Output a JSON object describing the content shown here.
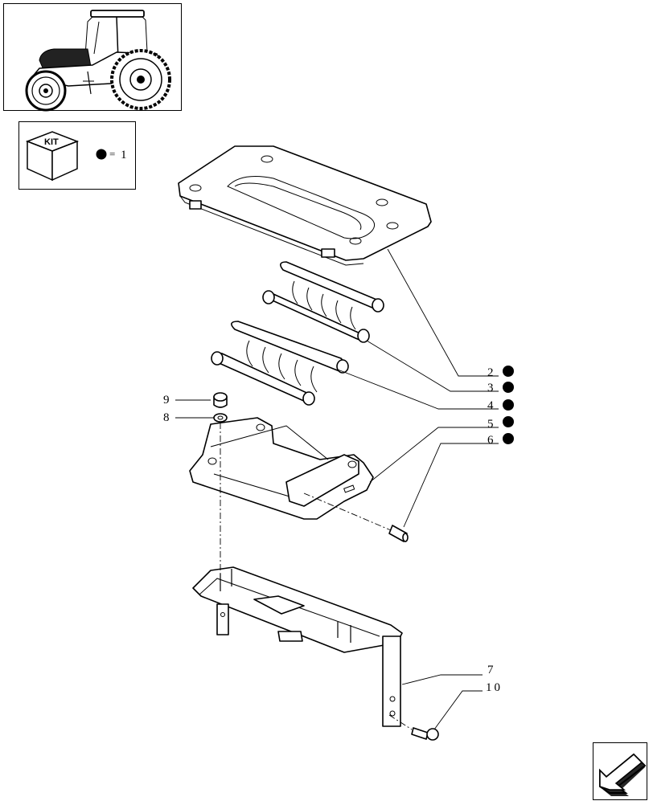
{
  "thumbnail": {
    "icon": "tractor-icon"
  },
  "kit_legend": {
    "box_label": "KIT",
    "equals": "=",
    "quantity": "1",
    "marker_color": "#000000"
  },
  "callouts": [
    {
      "number": "2",
      "kit": true
    },
    {
      "number": "3",
      "kit": true
    },
    {
      "number": "4",
      "kit": true
    },
    {
      "number": "5",
      "kit": true
    },
    {
      "number": "6",
      "kit": true
    },
    {
      "number": "7",
      "kit": false
    },
    {
      "number": "8",
      "kit": false
    },
    {
      "number": "9",
      "kit": false
    },
    {
      "number": "10",
      "kit": false
    }
  ],
  "navigation": {
    "icon": "previous-page-arrow-icon"
  }
}
